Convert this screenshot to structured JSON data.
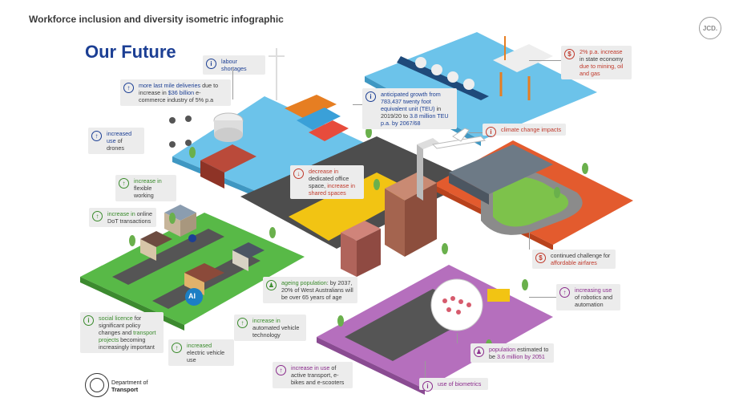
{
  "header": {
    "title": "Workforce inclusion and diversity isometric infographic",
    "brand": "JCD."
  },
  "main": {
    "title": "Our Future"
  },
  "callouts": {
    "labour": {
      "text": "labour shortages"
    },
    "deliveries": {
      "highlight": "more last mile deliveries",
      "text1": " due to increase in ",
      "highlight2": "$36 billion",
      "text2": " e-commerce industry of 5% p.a"
    },
    "drones": {
      "highlight": "increased use",
      "text": " of drones"
    },
    "flexible": {
      "highlight": "increase in",
      "text": " flexible working"
    },
    "online": {
      "highlight": "increase in",
      "text": " online DoT transactions"
    },
    "social": {
      "highlight": "social licence",
      "text1": " for significant policy changes and ",
      "highlight2": "transport projects",
      "text2": " becoming increasingly important"
    },
    "electric": {
      "highlight": "increased",
      "text": " electric vehicle use"
    },
    "automated": {
      "highlight": "increase in",
      "text": " automated vehicle technology"
    },
    "ageing": {
      "highlight": "ageing population",
      "text1": ": by 2037, 20% of West Australians will be over 65 years of age"
    },
    "active": {
      "highlight": "increase in use",
      "text": " of active transport, e-bikes and e-scooters"
    },
    "biometrics": {
      "text": "use of biometrics"
    },
    "population": {
      "highlight": "population",
      "text1": " estimated to be ",
      "highlight2": "3.6 million by 2051"
    },
    "robotics": {
      "highlight": "increasing use",
      "text": " of robotics and automation"
    },
    "airfares": {
      "text1": "continued challenge for ",
      "highlight": "affordable airfares"
    },
    "office": {
      "highlight": "decrease in",
      "text1": " dedicated office space, ",
      "highlight2": "increase in shared spaces"
    },
    "teu": {
      "highlight": "anticipated growth from 783,437 twenty foot equivalent unit (TEU)",
      "text1": " in 2019/20 to ",
      "highlight2": "3.8 million TEU p.a. by 2067/68"
    },
    "climate": {
      "text": "climate change impacts"
    },
    "economy": {
      "highlight": "2% p.a. increase",
      "text1": " in state economy ",
      "highlight2": "due to mining, oil and gas"
    }
  },
  "labels": {
    "ai": "AI",
    "dollar": "$"
  },
  "footer": {
    "org_line1": "Department of",
    "org_line2": "Transport"
  },
  "colors": {
    "navy": "#1c3f94",
    "green": "#3a8b2c",
    "red": "#c0392b",
    "purple": "#8a2b8c",
    "blue_zone": "#6cc3ea",
    "green_zone": "#58b947",
    "red_zone": "#e35b2e",
    "purple_zone": "#b56fbd",
    "yellow_road": "#f2c413"
  }
}
